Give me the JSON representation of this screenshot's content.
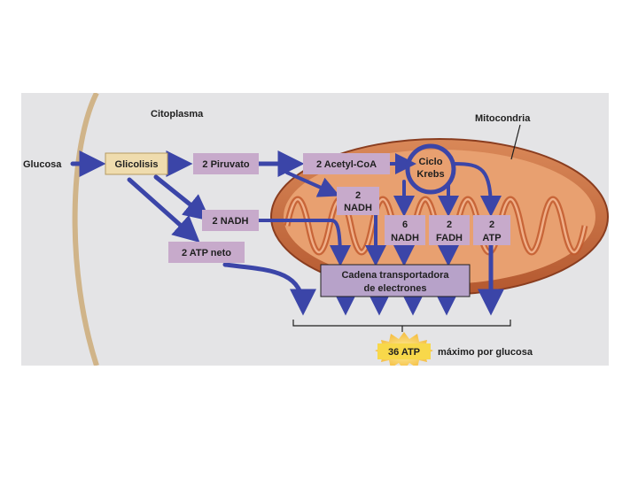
{
  "diagram": {
    "labels": {
      "cytoplasm": "Citoplasma",
      "mitochondria": "Mitocondria",
      "glucose": "Glucosa",
      "glycolysis": "Glicolisis",
      "pyruvate": "2 Piruvato",
      "acetyl_coa": "2 Acetyl-CoA",
      "krebs_line1": "Ciclo",
      "krebs_line2": "Krebs",
      "nadh_acetyl_line1": "2",
      "nadh_acetyl_line2": "NADH",
      "nadh_glycolysis": "2 NADH",
      "atp_net": "2 ATP neto",
      "nadh_krebs_line1": "6",
      "nadh_krebs_line2": "NADH",
      "fadh_line1": "2",
      "fadh_line2": "FADH",
      "atp_krebs_line1": "2",
      "atp_krebs_line2": "ATP",
      "etc_line1": "Cadena transportadora",
      "etc_line2": "de electrones",
      "total_atp": "36 ATP",
      "per_glucose": "máximo por glucosa"
    },
    "colors": {
      "background": "#e4e4e6",
      "box": "#c7aacb",
      "arrow": "#3b45a8",
      "mitochondria_outer": "#c76a3e",
      "mitochondria_inner": "#e89a6a",
      "burst": "#f5c53a"
    }
  }
}
